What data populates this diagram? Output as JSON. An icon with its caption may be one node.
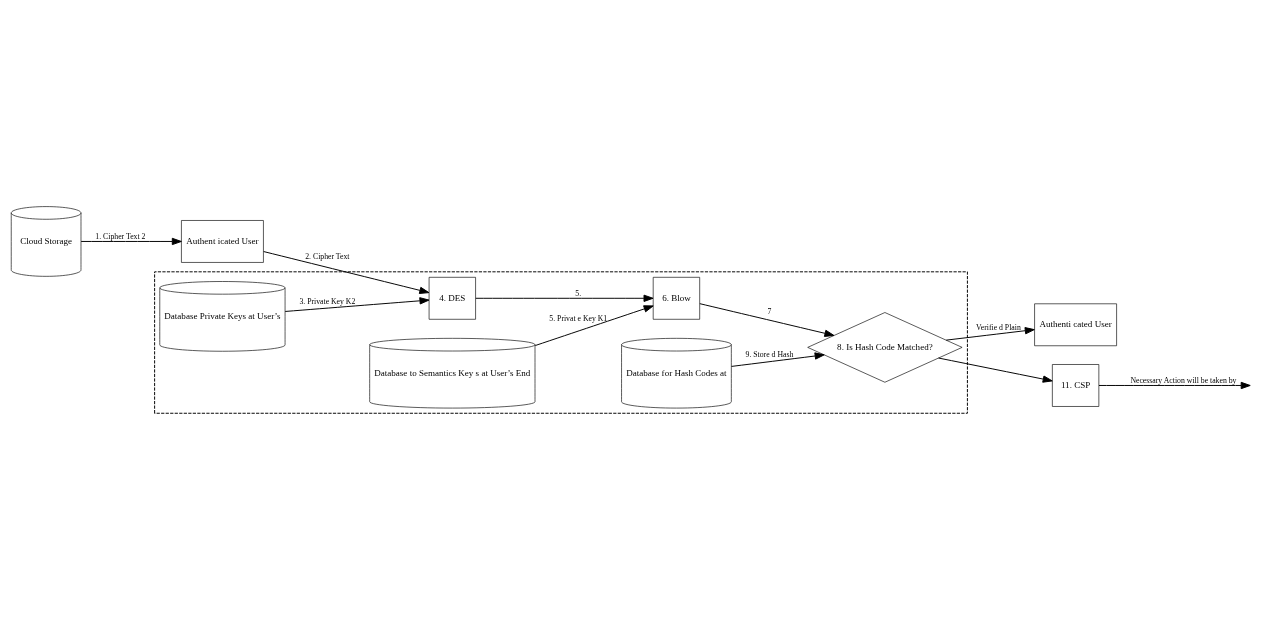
{
  "diagram": {
    "nodes": [
      {
        "text": [
          "Cloud Storage"
        ]
      },
      {
        "text": [
          "Authent icated User"
        ]
      },
      {
        "text": [],
        "shape": "box"
      },
      {
        "text": [
          "4. DES"
        ],
        "in": 2
      },
      {
        "text": [
          "6. Blow"
        ],
        "in": 2
      },
      {
        "text": [
          "8. Is Hash Code Matched?"
        ],
        "in": 2
      },
      {
        "text": [
          "Authenti cated User"
        ]
      },
      {
        "text": [
          "11. CSP"
        ]
      },
      {
        "text": [
          "Database Private Keys at User’s"
        ],
        "in": 2
      },
      {
        "text": [
          "Database to Semantics Key s at User’s End"
        ],
        "in": 2
      },
      {
        "text": [
          "Database for Hash Codes at"
        ],
        "in": 2
      }
    ],
    "edges": [
      {
        "from": 0,
        "to": 1,
        "arrow": "to",
        "label": "1. Cipher Text 2"
      },
      {
        "from": 1,
        "to": 3,
        "arrow": "to",
        "label": "2. Cipher Text"
      },
      {
        "from": 8,
        "to": 3,
        "arrow": "to",
        "label": "3. Private Key K2"
      },
      {
        "from": 3,
        "to": 4,
        "arrow": "to",
        "label": "5."
      },
      {
        "from": 9,
        "to": 4,
        "arrow": "to",
        "label": "5. Privat e Key K1"
      },
      {
        "from": 4,
        "to": 5,
        "arrow": "to",
        "label": "7"
      },
      {
        "from": 10,
        "to": 5,
        "arrow": "to",
        "label": "9. Store d Hash"
      },
      {
        "from": 5,
        "to": 6,
        "arrow": "to",
        "label": "Verifie d Plain"
      },
      {
        "from": 5,
        "to": 7,
        "arrow": "to"
      },
      {
        "from": 7,
        "to": null,
        "arrow": "to",
        "label": "Necessary Action will be taken by"
      }
    ]
  }
}
